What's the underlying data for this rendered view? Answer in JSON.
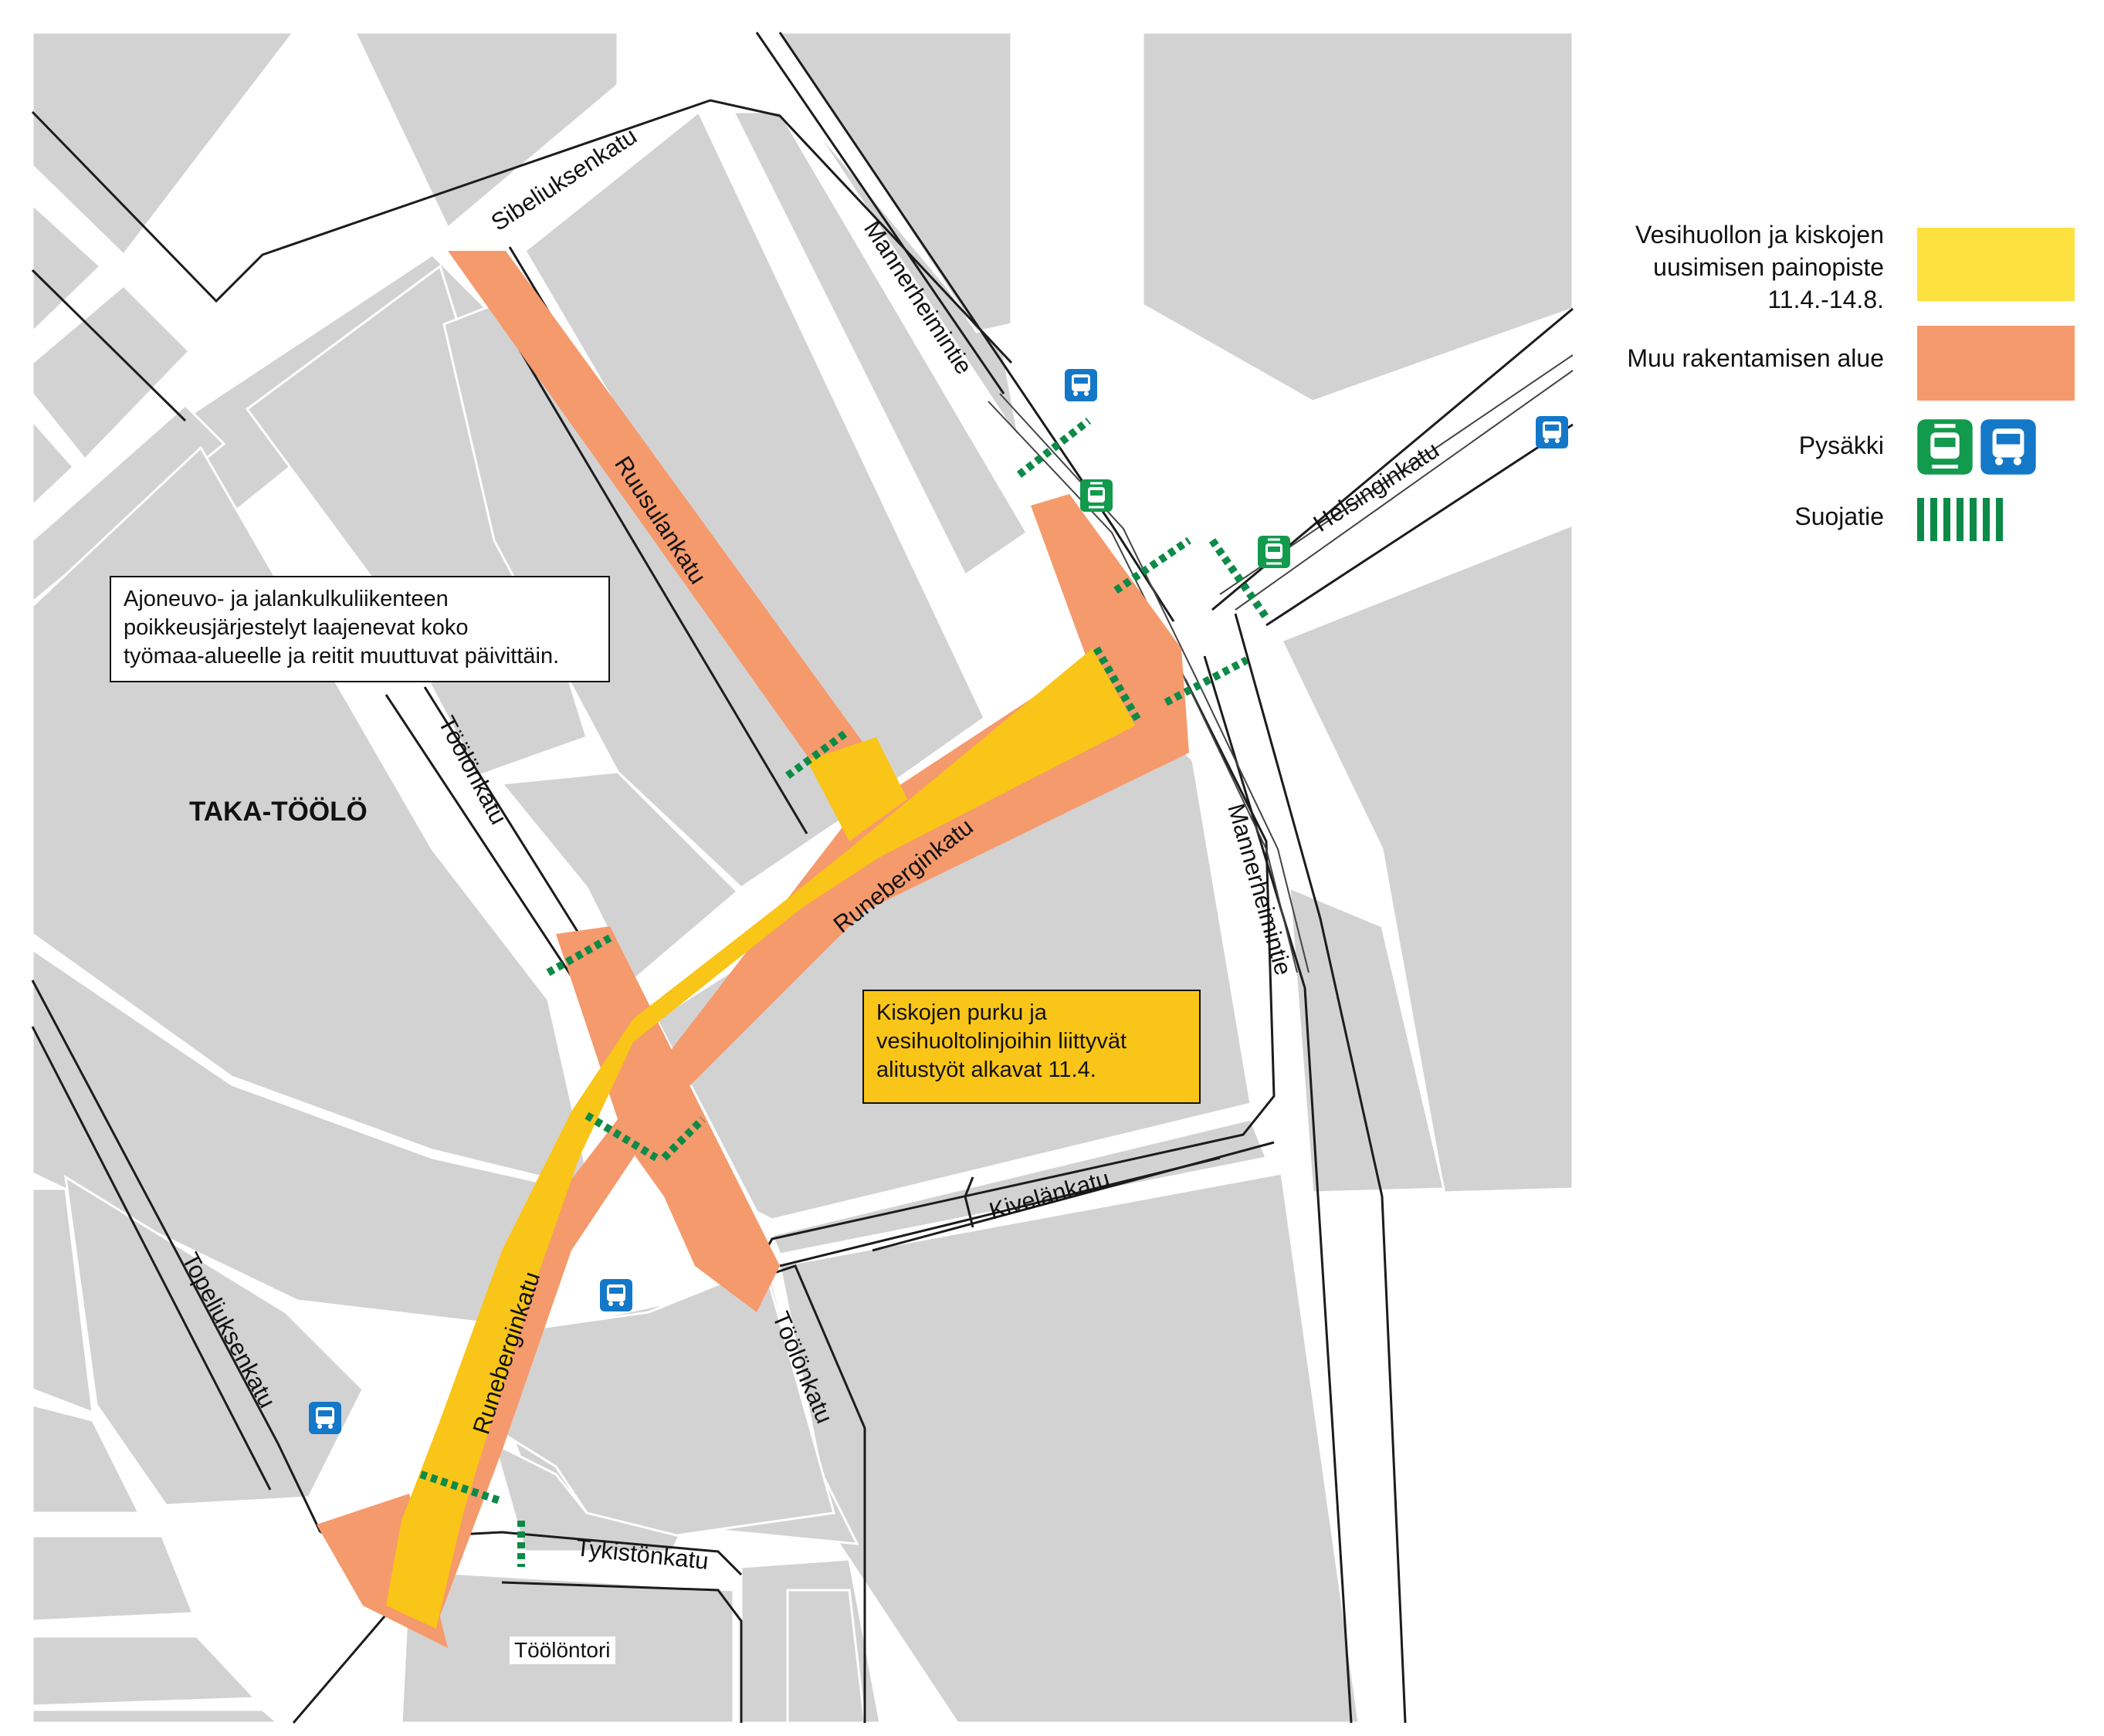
{
  "map": {
    "district_label": "TAKA-TÖÖLÖ",
    "streets": {
      "sibeliuksenkatu": "Sibeliuksenkatu",
      "ruusulankatu": "Ruusulankatu",
      "mannerheimintie_north": "Mannerheimintie",
      "mannerheimintie_south": "Mannerheimintie",
      "helsinginkatu": "Helsinginkatu",
      "toolonkatu_north": "Töölönkatu",
      "toolonkatu_south": "Töölönkatu",
      "runeberginkatu_east": "Runeberginkatu",
      "runeberginkatu_south": "Runeberginkatu",
      "kivelankatu": "Kivelänkatu",
      "topeliuksenkatu": "Topeliuksenkatu",
      "tykistonkatu": "Tykistönkatu"
    },
    "place_label": "Töölöntori",
    "notes": {
      "traffic": "Ajoneuvo- ja jalankulkuliikenteen\npoikkeusjärjestelyt laajenevat koko\ntyömaa-alueelle ja reitit muuttuvat päivittäin.",
      "rails": "Kiskojen purku ja\nvesihuoltolinjoihin liittyvät\nalitustyöt alkavat 11.4."
    }
  },
  "legend": {
    "focus_area": "Vesihuollon ja kiskojen\nuusimisen painopiste\n11.4.-14.8.",
    "other_construction": "Muu rakentamisen alue",
    "stop": "Pysäkki",
    "crosswalk": "Suojatie"
  },
  "colors": {
    "block": "#d3d2d3",
    "street": "#ffffff",
    "focus_area": "#f9c518",
    "legend_focus": "#fde13e",
    "other_construction": "#f59a6c",
    "crosswalk": "#0c8a47",
    "tram_stop": "#129a4d",
    "bus_stop": "#1478c8"
  },
  "icons": {
    "tram_stop": "tram-stop-icon",
    "bus_stop": "bus-stop-icon",
    "crosswalk": "crosswalk-icon"
  }
}
